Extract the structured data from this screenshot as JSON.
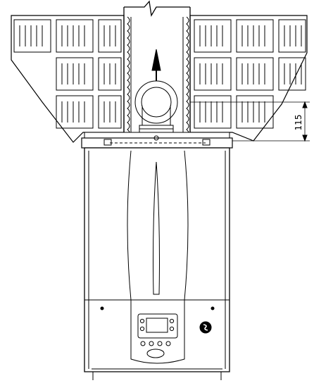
{
  "drawing": {
    "dimension_label": "115",
    "colors": {
      "line": "#000000",
      "background": "#ffffff"
    },
    "icons": [
      "flue-direction-arrow",
      "boiler-logo-icon",
      "mounting-screw"
    ]
  }
}
